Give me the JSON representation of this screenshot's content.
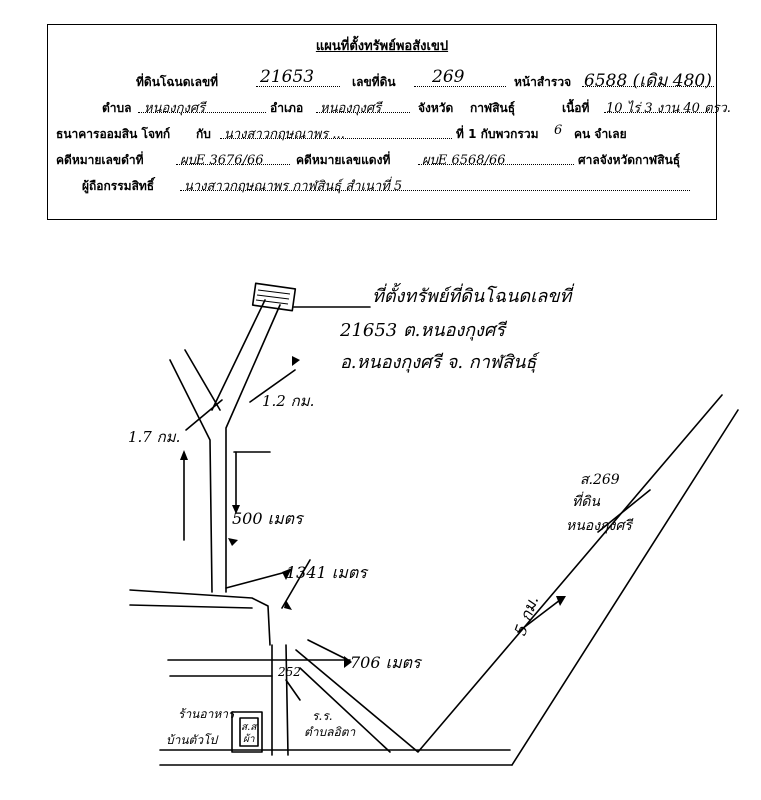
{
  "form": {
    "title": "แผนที่ตั้งทรัพย์พอสังเขป",
    "row1": {
      "deed_label": "ที่ดินโฉนดเลขที่",
      "deed_value": "21653",
      "land_no_label": "เลขที่ดิน",
      "land_no_value": "269",
      "survey_page_label": "หน้าสำรวจ",
      "survey_page_value": "6588 (เดิม 480)"
    },
    "row2": {
      "tambon_label": "ตำบล",
      "tambon_value": "หนองกุงศรี",
      "amphoe_label": "อำเภอ",
      "amphoe_value": "หนองกุงศรี",
      "province_label": "จังหวัด",
      "province_value": "กาฬสินธุ์",
      "area_label": "เนื้อที่",
      "area_value": "10 ไร่ 3 งาน 40 ตรว."
    },
    "row3": {
      "plaintiff_label": "ธนาคารออมสิน โจทก์",
      "with_label": "กับ",
      "defendant_value": "นางสาวกฤษณาพร ...",
      "suffix_label": "ที่ 1 กับพวกรวม",
      "count_value": "6",
      "persons_label": "คน จำเลย"
    },
    "row4": {
      "black_case_label": "คดีหมายเลขดำที่",
      "black_case_value": "ผบE 3676/66",
      "red_case_label": "คดีหมายเลขแดงที่",
      "red_case_value": "ผบE 6568/66",
      "court_label": "ศาลจังหวัดกาฬสินธุ์"
    },
    "row5": {
      "owner_label": "ผู้ถือกรรมสิทธิ์",
      "owner_value": "นางสาวกฤษณาพร กาฬสินธุ์ สำเนาที่ 5"
    }
  },
  "map": {
    "location_note_line1": "ที่ตั้งทรัพย์ที่ดินโฉนดเลขที่",
    "location_note_line2": "21653 ต.หนองกุงศรี",
    "location_note_line3": "อ.หนองกุงศรี จ. กาฬสินธุ์",
    "dist_1_7": "1.7 กม.",
    "dist_1_2": "1.2 กม.",
    "dist_500": "500 เมตร",
    "dist_1341": "1341 เมตร",
    "dist_706": "706 เมตร",
    "dist_5km": "5 กม.",
    "road_no": "252",
    "parcel_label_1": "ส.269",
    "parcel_label_2": "ที่ดิน",
    "parcel_label_3": "หนองกุงศรี",
    "school_label_1": "ร.ร.",
    "school_label_2": "ตำบลอิตา",
    "market_label_1": "ร้านอาหาร",
    "market_label_2": "บ้านตัวโป",
    "shop_label_1": "ส.ส.",
    "shop_label_2": "ผ้า"
  }
}
